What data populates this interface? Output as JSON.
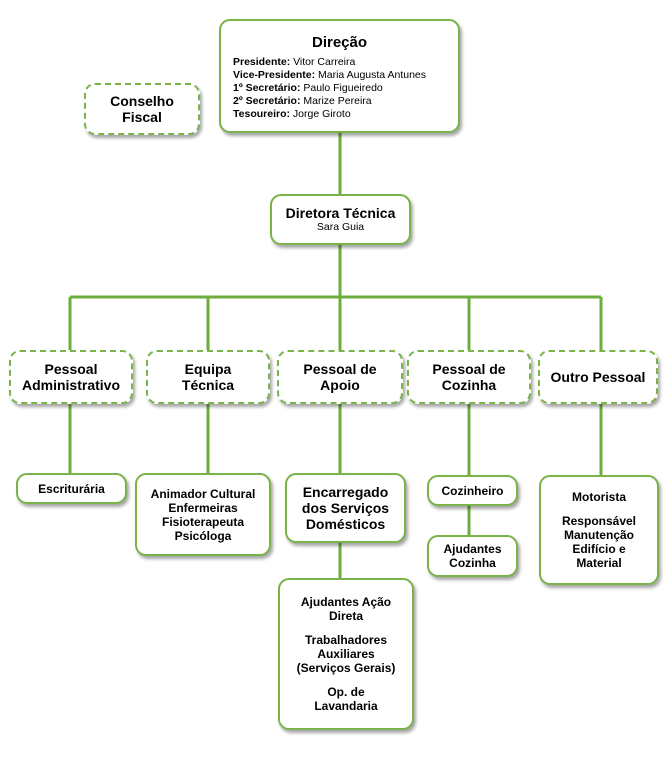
{
  "colors": {
    "line": "#6fac3e",
    "border": "#79b34a"
  },
  "direcao": {
    "title": "Direção",
    "members": [
      {
        "role": "Presidente:",
        "name": "Vitor Carreira"
      },
      {
        "role": "Vice-Presidente:",
        "name": "Maria Augusta Antunes"
      },
      {
        "role": "1º Secretário:",
        "name": "Paulo Figueiredo"
      },
      {
        "role": "2º Secretário:",
        "name": "Marize Pereira"
      },
      {
        "role": "Tesoureiro:",
        "name": "Jorge Giroto"
      }
    ]
  },
  "conselho": {
    "line1": "Conselho",
    "line2": "Fiscal"
  },
  "diretora": {
    "title": "Diretora Técnica",
    "name": "Sara Guia"
  },
  "departments": [
    {
      "line1": "Pessoal",
      "line2": "Administrativo"
    },
    {
      "line1": "Equipa",
      "line2": "Técnica"
    },
    {
      "line1": "Pessoal de",
      "line2": "Apoio"
    },
    {
      "line1": "Pessoal de",
      "line2": "Cozinha"
    },
    {
      "line1": "Outro Pessoal",
      "line2": ""
    }
  ],
  "staff": {
    "escrituraria": "Escriturária",
    "equipa": [
      "Animador Cultural",
      "Enfermeiras",
      "Fisioterapeuta",
      "Psicóloga"
    ],
    "encarregado": [
      "Encarregado",
      "dos Serviços",
      "Domésticos"
    ],
    "apoio": {
      "g1": [
        "Ajudantes Ação",
        "Direta"
      ],
      "g2": [
        "Trabalhadores",
        "Auxiliares",
        "(Serviços Gerais)"
      ],
      "g3": [
        "Op. de",
        "Lavandaria"
      ]
    },
    "cozinheiro": "Cozinheiro",
    "ajudantes_cozinha": [
      "Ajudantes",
      "Cozinha"
    ],
    "outro": {
      "g1": "Motorista",
      "g2": [
        "Responsável",
        "Manutenção",
        "Edifício e",
        "Material"
      ]
    }
  }
}
